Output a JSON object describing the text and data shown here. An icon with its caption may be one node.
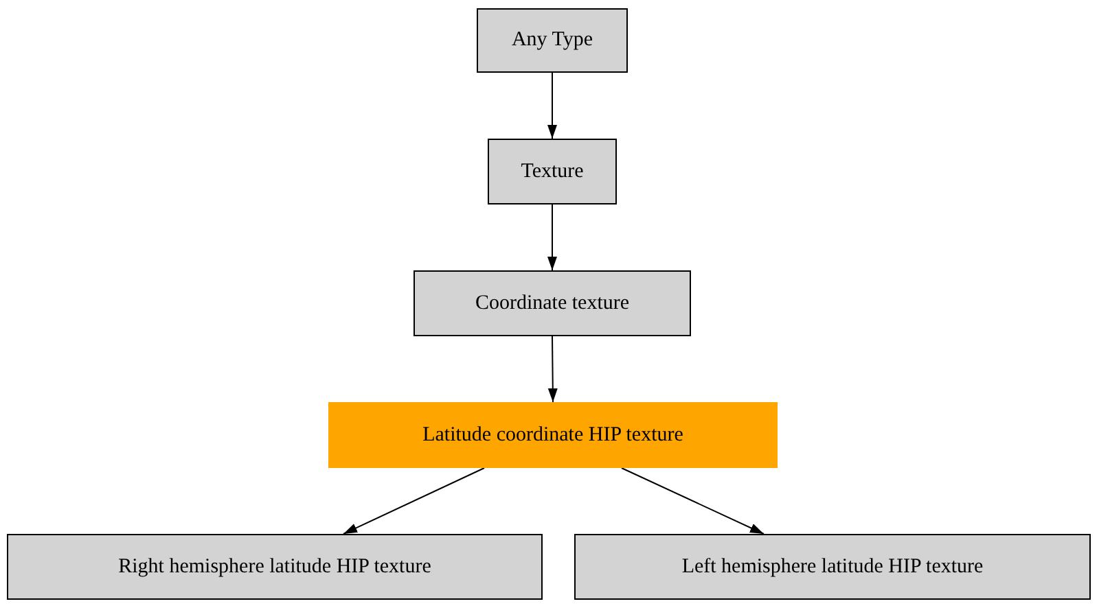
{
  "diagram": {
    "nodes": [
      {
        "text": [
          "Any Type"
        ]
      },
      {
        "text": [
          "Texture"
        ]
      },
      {
        "text": [
          "Coordinate texture"
        ]
      },
      {
        "text": [
          "Latitude coordinate HIP texture"
        ]
      },
      {
        "text": [
          "Right hemisphere latitude HIP texture"
        ]
      },
      {
        "text": [
          "Left hemisphere latitude HIP texture"
        ]
      }
    ],
    "edges": [
      {
        "from": 0,
        "to": 1,
        "arrow": "to"
      },
      {
        "from": 1,
        "to": 2,
        "arrow": "to"
      },
      {
        "from": 2,
        "to": 3,
        "arrow": "to"
      },
      {
        "from": 3,
        "to": 4,
        "arrow": "to"
      },
      {
        "from": 3,
        "to": 5,
        "arrow": "to"
      }
    ]
  }
}
